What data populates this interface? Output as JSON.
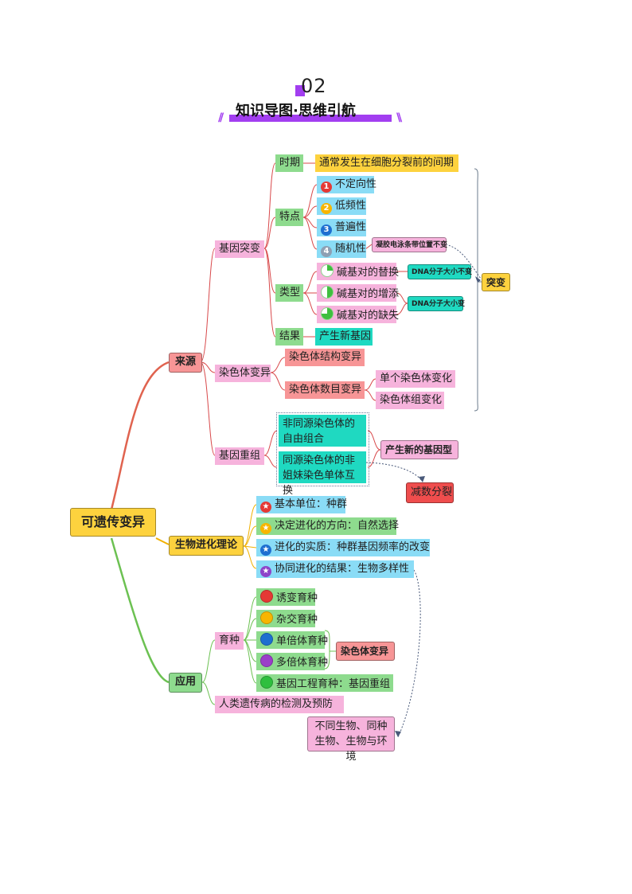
{
  "header": {
    "number": "02",
    "title": "知识导图·思维引航"
  },
  "root": "可遗传变异",
  "branches": {
    "source": "来源",
    "evolution": "生物进化理论",
    "application": "应用"
  },
  "source": {
    "gene_mutation": "基因突变",
    "chromosome_variation": "染色体变异",
    "recombination": "基因重组",
    "period": {
      "label": "时期",
      "value": "通常发生在细胞分裂前的间期"
    },
    "features": {
      "label": "特点",
      "items": [
        "不定向性",
        "低频性",
        "普遍性",
        "随机性"
      ],
      "marks": [
        "1",
        "2",
        "3",
        "4"
      ]
    },
    "note_electrophoresis": "凝胶电泳条带位置不变",
    "types": {
      "label": "类型",
      "items": [
        "碱基对的替换",
        "碱基对的增添",
        "碱基对的缺失"
      ]
    },
    "dna_same": "DNA分子大小不变",
    "dna_change": "DNA分子大小变",
    "result": {
      "label": "结果",
      "value": "产生新基因"
    },
    "mutation": "突变",
    "chrom_structure": "染色体结构变异",
    "chrom_number": "染色体数目变异",
    "single_chrom": "单个染色体变化",
    "chrom_set": "染色体组变化",
    "recomb_free": "非同源染色体的自由组合",
    "recomb_cross": "同源染色体的非姐妹染色单体互换",
    "new_genotype": "产生新的基因型",
    "meiosis": "减数分裂"
  },
  "evolution": {
    "items": [
      "基本单位：种群",
      "决定进化的方向：自然选择",
      "进化的实质：种群基因频率的改变",
      "协同进化的结果：生物多样性"
    ],
    "colors": [
      "#e53935",
      "#f7b500",
      "#1e6fd0",
      "#8e44c9"
    ],
    "coevolution_note": "不同生物、同种生物、生物与环境"
  },
  "application": {
    "breeding": "育种",
    "breeding_items": [
      "诱变育种",
      "杂交育种",
      "单倍体育种",
      "多倍体育种",
      "基因工程育种：基因重组"
    ],
    "breeding_colors": [
      "#e53935",
      "#f7b500",
      "#1e6fd0",
      "#9b3fc9",
      "#2fbf3f"
    ],
    "chrom_var": "染色体变异",
    "disease": "人类遗传病的检测及预防"
  }
}
